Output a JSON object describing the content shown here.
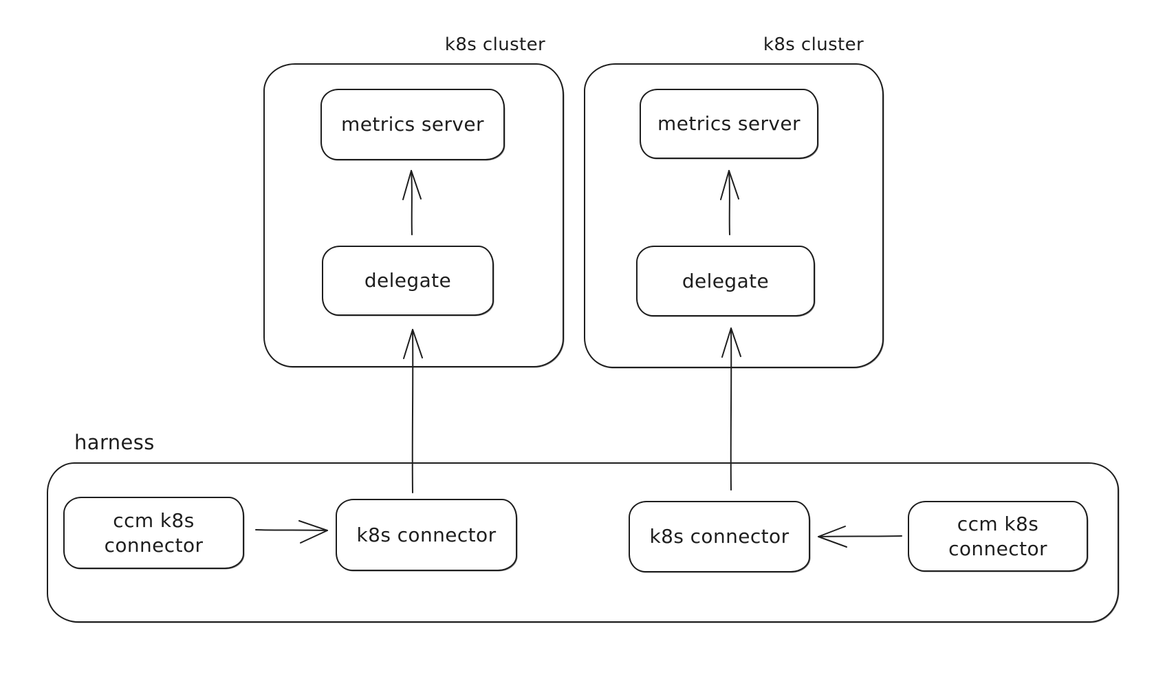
{
  "canvas": {
    "background": "#ffffff",
    "stroke_color": "#1e1e1e",
    "style": "hand-drawn whiteboard diagram"
  },
  "clusters": [
    {
      "label": "k8s cluster",
      "nodes": [
        {
          "label": "metrics server"
        },
        {
          "label": "delegate"
        }
      ]
    },
    {
      "label": "k8s cluster",
      "nodes": [
        {
          "label": "metrics server"
        },
        {
          "label": "delegate"
        }
      ]
    }
  ],
  "harness": {
    "label": "harness",
    "nodes": [
      {
        "label": "ccm k8s connector",
        "lines": [
          "ccm k8s",
          "connector"
        ]
      },
      {
        "label": "k8s connector",
        "lines": [
          "k8s connector"
        ]
      },
      {
        "label": "k8s connector",
        "lines": [
          "k8s connector"
        ]
      },
      {
        "label": "ccm k8s connector",
        "lines": [
          "ccm k8s",
          "connector"
        ]
      }
    ]
  },
  "connections": [
    {
      "from": "delegate (left cluster)",
      "to": "metrics server (left cluster)",
      "direction": "up"
    },
    {
      "from": "delegate (right cluster)",
      "to": "metrics server (right cluster)",
      "direction": "up"
    },
    {
      "from": "ccm k8s connector (harness left)",
      "to": "k8s connector (harness left)",
      "direction": "right"
    },
    {
      "from": "k8s connector (harness left)",
      "to": "delegate (left cluster)",
      "direction": "up"
    },
    {
      "from": "k8s connector (harness right)",
      "to": "delegate (right cluster)",
      "direction": "up"
    },
    {
      "from": "ccm k8s connector (harness right)",
      "to": "k8s connector (harness right)",
      "direction": "left"
    }
  ]
}
